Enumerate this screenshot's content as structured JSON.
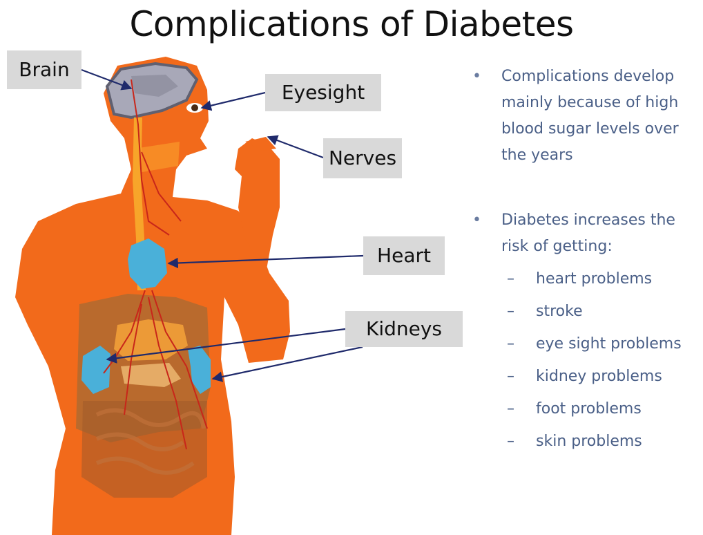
{
  "title": "Complications of Diabetes",
  "labels": {
    "brain": "Brain",
    "eyesight": "Eyesight",
    "nerves": "Nerves",
    "heart": "Heart",
    "kidneys": "Kidneys"
  },
  "bullets": [
    {
      "text": "Complications develop mainly because of high blood sugar levels over the years"
    },
    {
      "text": "Diabetes increases the risk of getting:",
      "subitems": [
        "heart problems",
        "stroke",
        "eye sight problems",
        "kidney problems",
        "foot problems",
        "skin problems"
      ]
    }
  ],
  "colors": {
    "body": "#f26a1b",
    "organ_blue": "#4ab0d9",
    "label_bg": "#d9d9d9",
    "text_blue": "#4a5f87",
    "arrow": "#1f2a6b",
    "vessel": "#c8261a"
  }
}
